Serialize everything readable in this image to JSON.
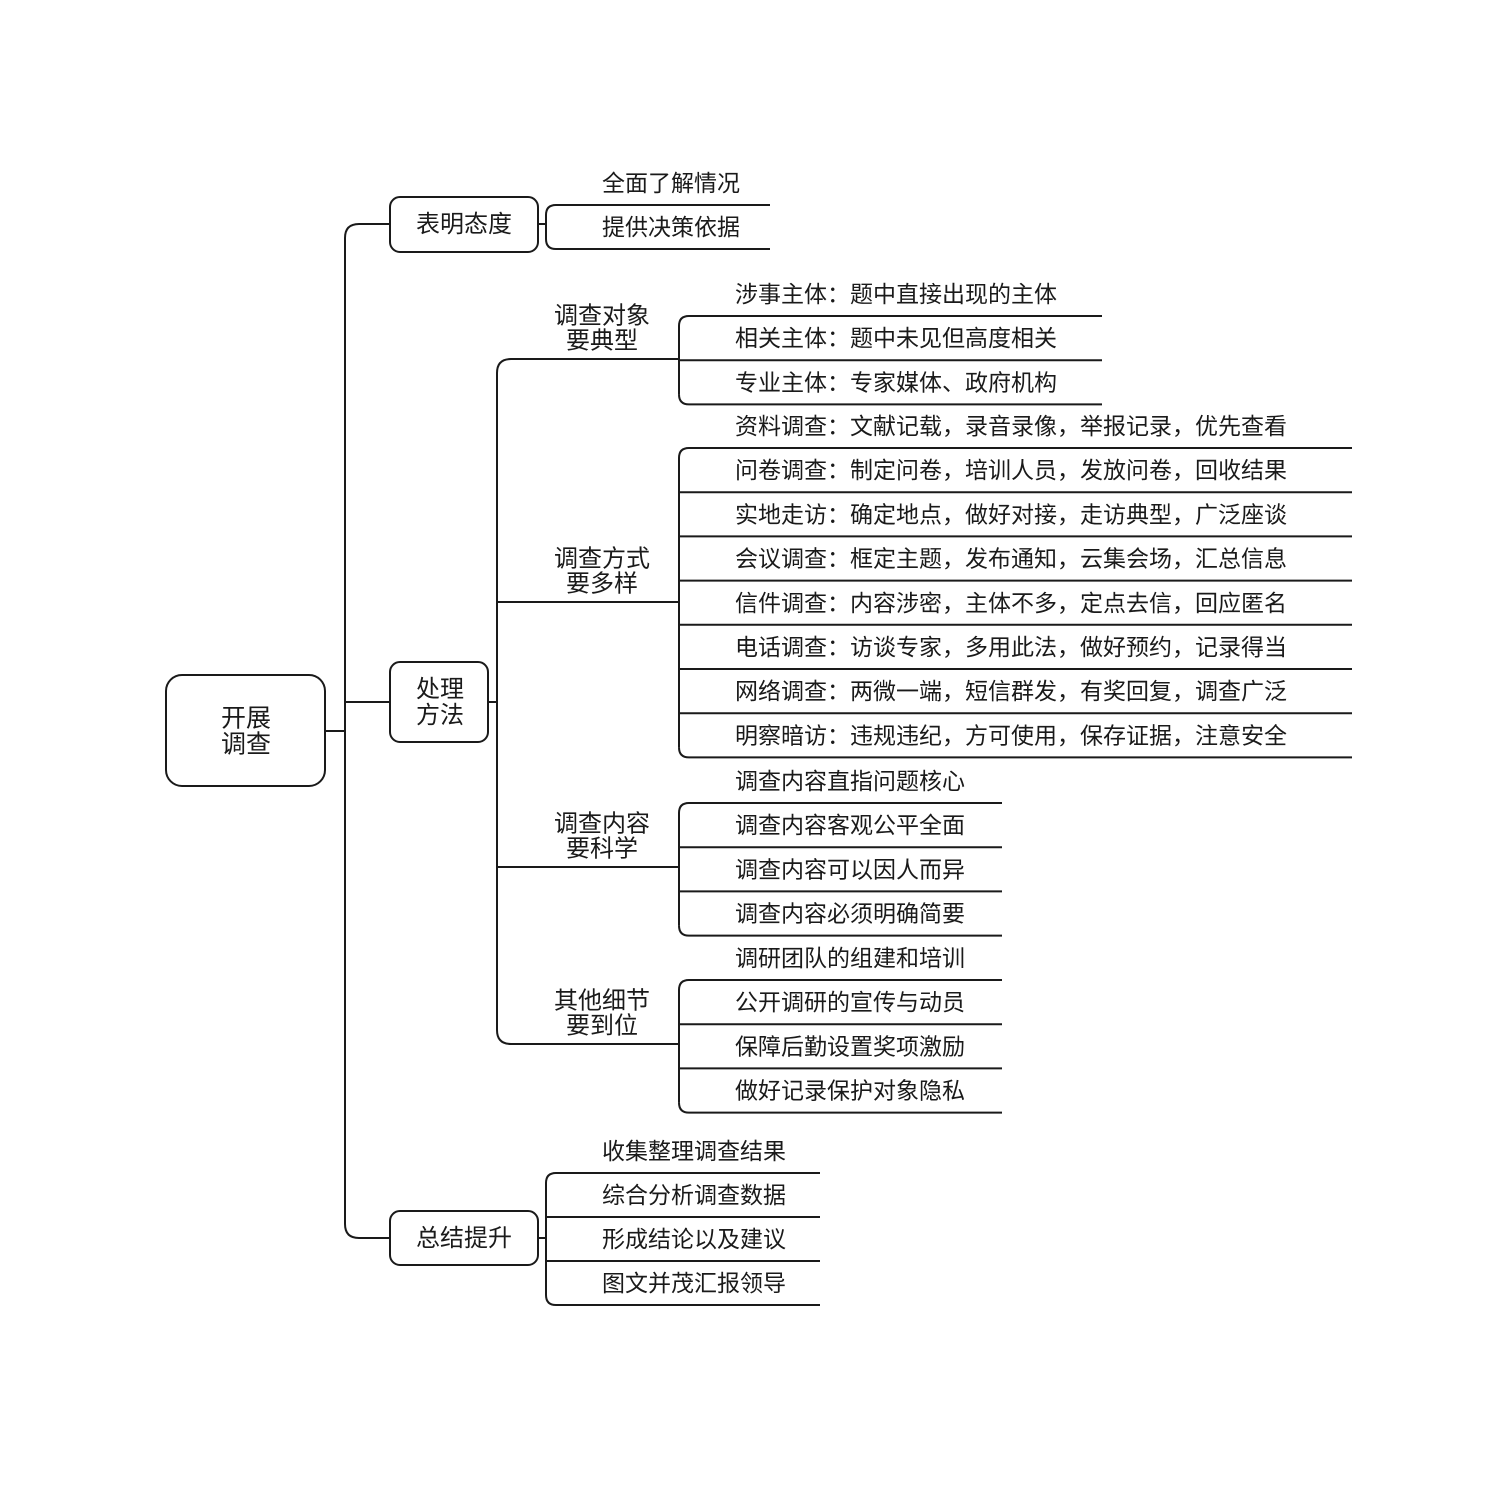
{
  "root": "开展\n调查",
  "branches": [
    {
      "label": "表明态度",
      "leaves": [
        "全面了解情况",
        "提供决策依据"
      ]
    },
    {
      "label": "处理\n方法",
      "subs": [
        {
          "label": "调查对象\n要典型",
          "leaves": [
            "涉事主体：题中直接出现的主体",
            "相关主体：题中未见但高度相关",
            "专业主体：专家媒体、政府机构"
          ]
        },
        {
          "label": "调查方式\n要多样",
          "leaves": [
            "资料调查：文献记载，录音录像，举报记录，优先查看",
            "问卷调查：制定问卷，培训人员，发放问卷，回收结果",
            "实地走访：确定地点，做好对接，走访典型，广泛座谈",
            "会议调查：框定主题，发布通知，云集会场，汇总信息",
            "信件调查：内容涉密，主体不多，定点去信，回应匿名",
            "电话调查：访谈专家，多用此法，做好预约，记录得当",
            "网络调查：两微一端，短信群发，有奖回复，调查广泛",
            "明察暗访：违规违纪，方可使用，保存证据，注意安全"
          ]
        },
        {
          "label": "调查内容\n要科学",
          "leaves": [
            "调查内容直指问题核心",
            "调查内容客观公平全面",
            "调查内容可以因人而异",
            "调查内容必须明确简要"
          ]
        },
        {
          "label": "其他细节\n要到位",
          "leaves": [
            "调研团队的组建和培训",
            "公开调研的宣传与动员",
            "保障后勤设置奖项激励",
            "做好记录保护对象隐私"
          ]
        }
      ]
    },
    {
      "label": "总结提升",
      "leaves": [
        "收集整理调查结果",
        "综合分析调查数据",
        "形成结论以及建议",
        "图文并茂汇报领导"
      ]
    }
  ]
}
